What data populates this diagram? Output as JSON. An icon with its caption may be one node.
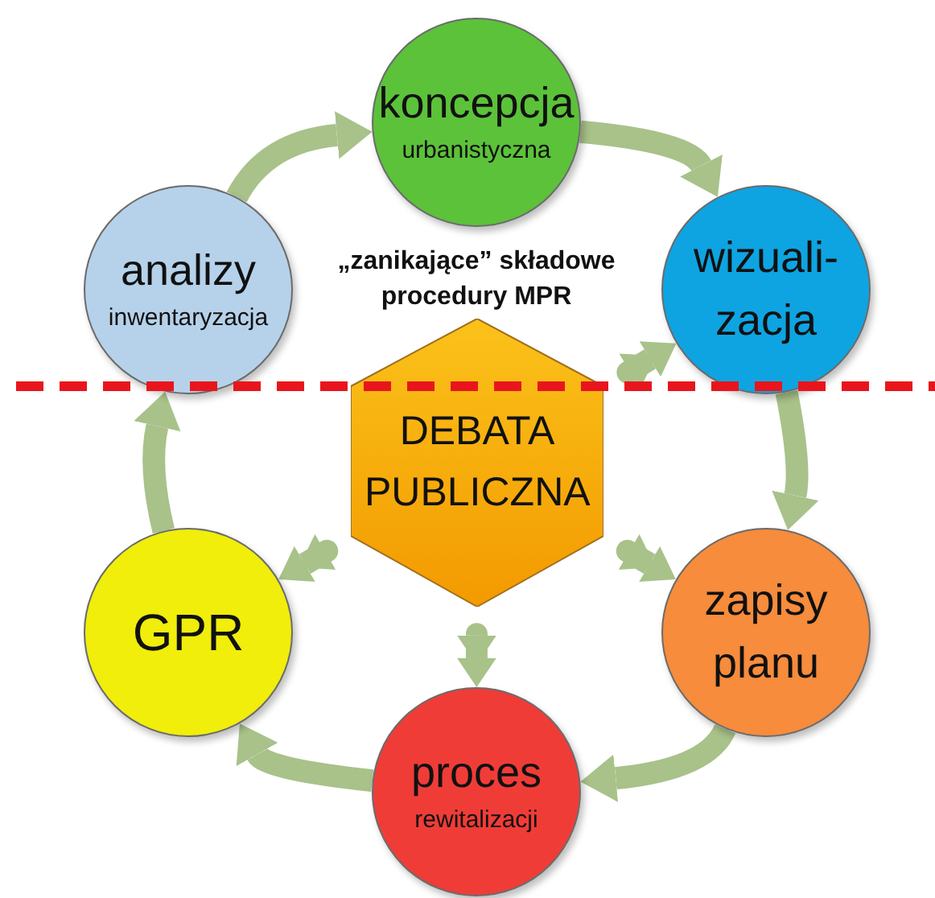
{
  "diagram": {
    "nodes": [
      {
        "text": [
          "koncepcja",
          "urbanistyczna"
        ]
      },
      {
        "text": [
          "analizy",
          "inwentaryzacja"
        ]
      },
      {
        "text": [
          "wizuali- zacja"
        ]
      },
      {
        "text": [
          "DEBATA PUBLICZNA"
        ]
      },
      {
        "text": [
          "GPR"
        ]
      },
      {
        "text": [
          "zapisy planu"
        ]
      },
      {
        "text": [
          "proces",
          "rewitalizacji"
        ]
      }
    ],
    "edges": [
      {
        "from": 1,
        "to": 0,
        "arrow": "to"
      },
      {
        "from": 0,
        "to": 2,
        "arrow": "to"
      },
      {
        "from": 2,
        "to": 5,
        "arrow": "to"
      },
      {
        "from": 5,
        "to": 6,
        "arrow": "to"
      },
      {
        "from": 6,
        "to": 4,
        "arrow": "to"
      },
      {
        "from": 4,
        "to": 1,
        "arrow": "to"
      },
      {
        "from": 3,
        "to": 2,
        "arrow": "both"
      },
      {
        "from": 3,
        "to": 4,
        "arrow": "both"
      },
      {
        "from": 3,
        "to": 5,
        "arrow": "both"
      },
      {
        "from": 3,
        "to": 6,
        "arrow": "both"
      }
    ],
    "labels": [
      "„zanikające” składowe procedury MPR"
    ]
  }
}
